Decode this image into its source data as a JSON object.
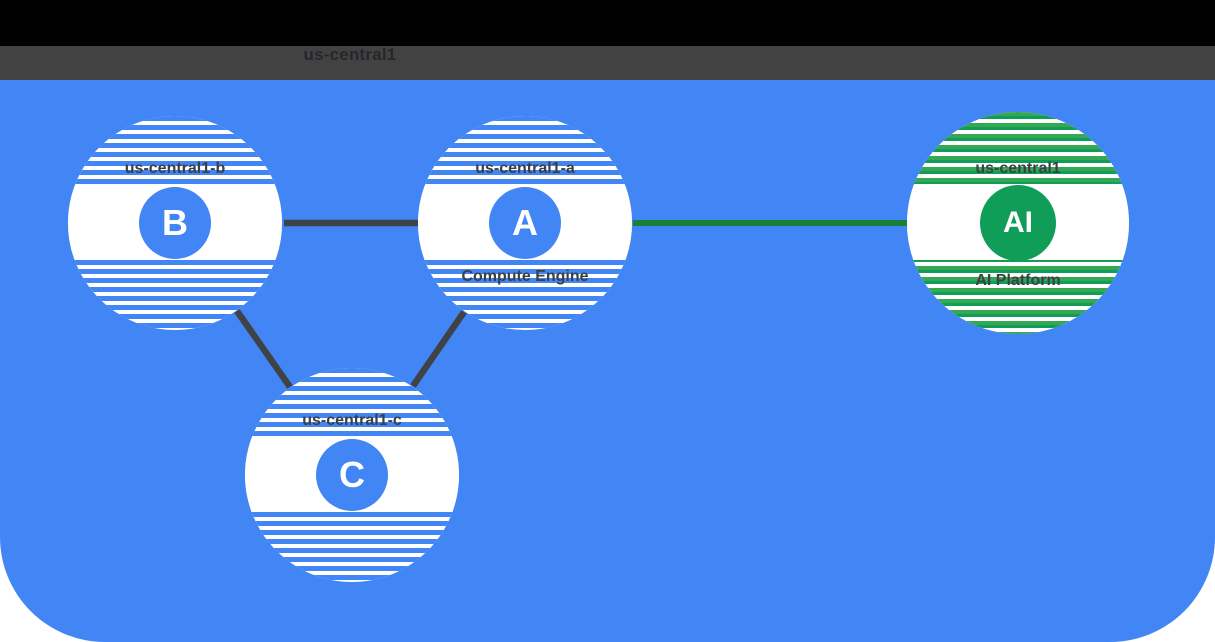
{
  "header": {
    "title": "us-central1"
  },
  "region": {
    "name": "us-central1"
  },
  "zones": [
    {
      "badge": "B",
      "label": "us-central1-b"
    },
    {
      "badge": "A",
      "label": "us-central1-a",
      "sublabel": "Compute Engine"
    },
    {
      "badge": "C",
      "label": "us-central1-c"
    }
  ],
  "service": {
    "badge": "AI",
    "label": "us-central1",
    "sublabel": "AI Platform"
  },
  "connections": [
    {
      "from": "us-central1-b",
      "to": "us-central1-a",
      "style": "dark"
    },
    {
      "from": "us-central1-b",
      "to": "us-central1-c",
      "style": "dark"
    },
    {
      "from": "us-central1-a",
      "to": "us-central1-c",
      "style": "dark"
    },
    {
      "from": "us-central1-a",
      "to": "AI Platform",
      "style": "green"
    }
  ],
  "colors": {
    "background_blue": "#4285F4",
    "zone_badge_blue": "#4285F4",
    "service_green": "#0F9D58",
    "service_stripe_green": "#34A853",
    "connector_dark": "#3F4347",
    "connector_green": "#188038",
    "header_band_gray": "#424242",
    "header_band_black": "#000000",
    "label_dark": "#3C4043",
    "circle_white": "#FFFFFF"
  }
}
